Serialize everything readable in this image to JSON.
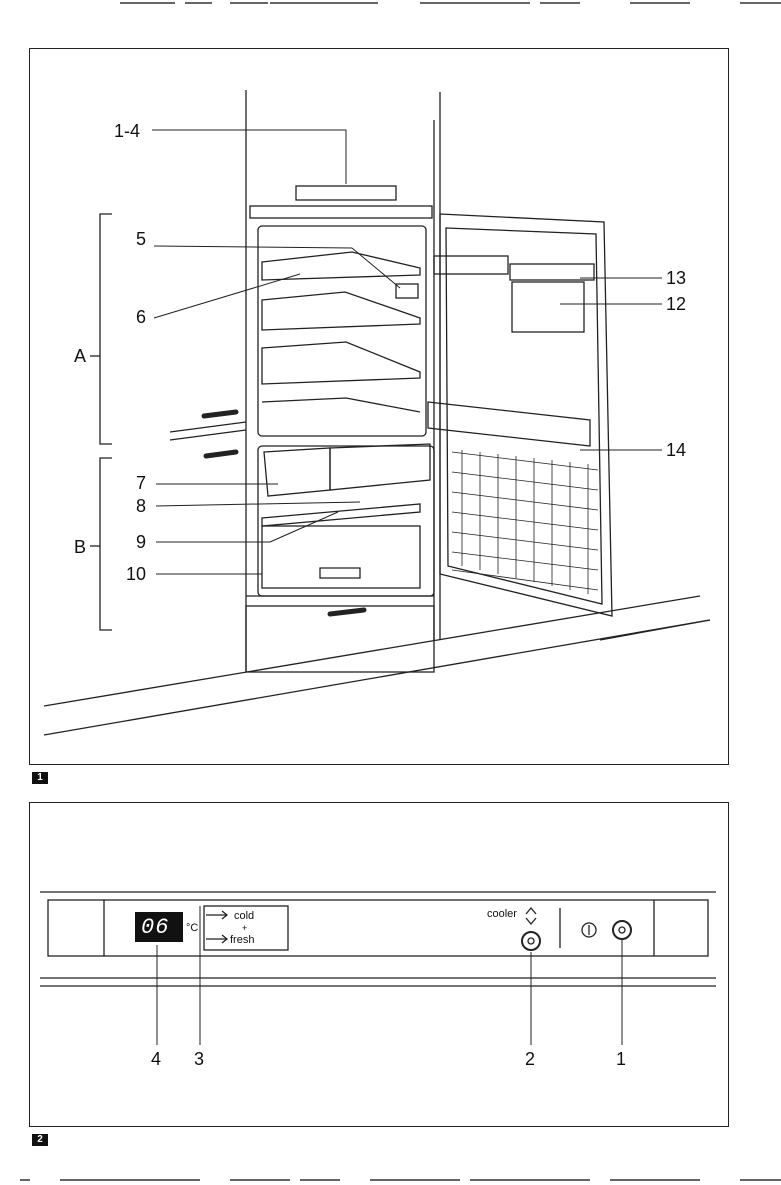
{
  "figure1": {
    "badge": "1",
    "labels": {
      "l1_4": "1-4",
      "l5": "5",
      "l6": "6",
      "lA": "A",
      "lB": "B",
      "l7": "7",
      "l8": "8",
      "l9": "9",
      "l10": "10",
      "l13": "13",
      "l12": "12",
      "l14": "14"
    }
  },
  "figure2": {
    "badge": "2",
    "display_value": "06",
    "unit": "°C",
    "mode_cold": "cold",
    "mode_plus": "+",
    "mode_fresh": "fresh",
    "cooler_label": "cooler",
    "labels": {
      "l4": "4",
      "l3": "3",
      "l2": "2",
      "l1": "1"
    }
  }
}
